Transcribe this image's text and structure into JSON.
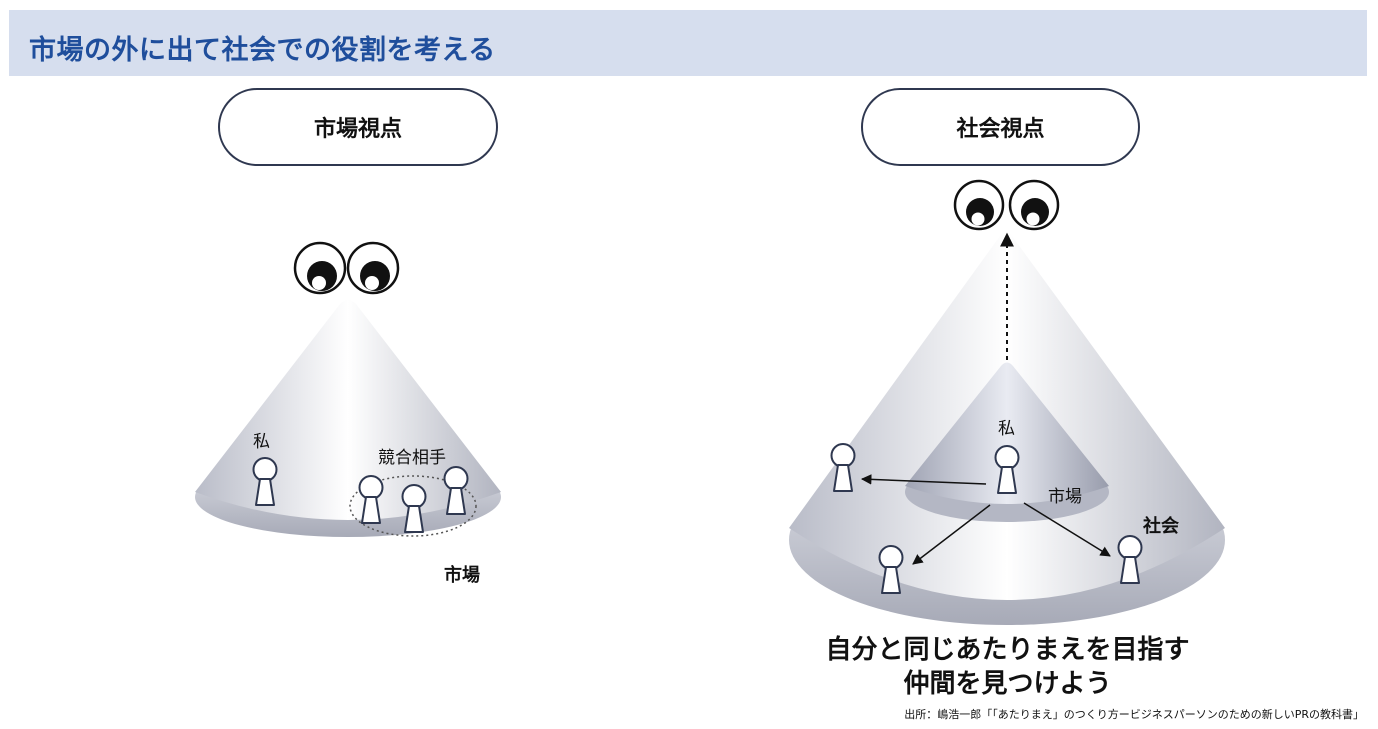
{
  "header": {
    "title": "市場の外に出て社会での役割を考える"
  },
  "left_panel": {
    "label": "市場視点",
    "me_label": "私",
    "competitors_label": "競合相手",
    "market_label": "市場"
  },
  "right_panel": {
    "label": "社会視点",
    "me_label": "私",
    "market_label": "市場",
    "society_label": "社会"
  },
  "message": {
    "line1": "自分と同じあたりまえを目指す",
    "line2": "仲間を見つけよう"
  },
  "source": "出所：嶋浩一郎「「あたりまえ」のつくり方ービジネスパーソンのための新しいPRの教科書」",
  "colors": {
    "title": "#1f4e9c",
    "header_bg": "#d6deee",
    "outline": "#2f3850"
  }
}
